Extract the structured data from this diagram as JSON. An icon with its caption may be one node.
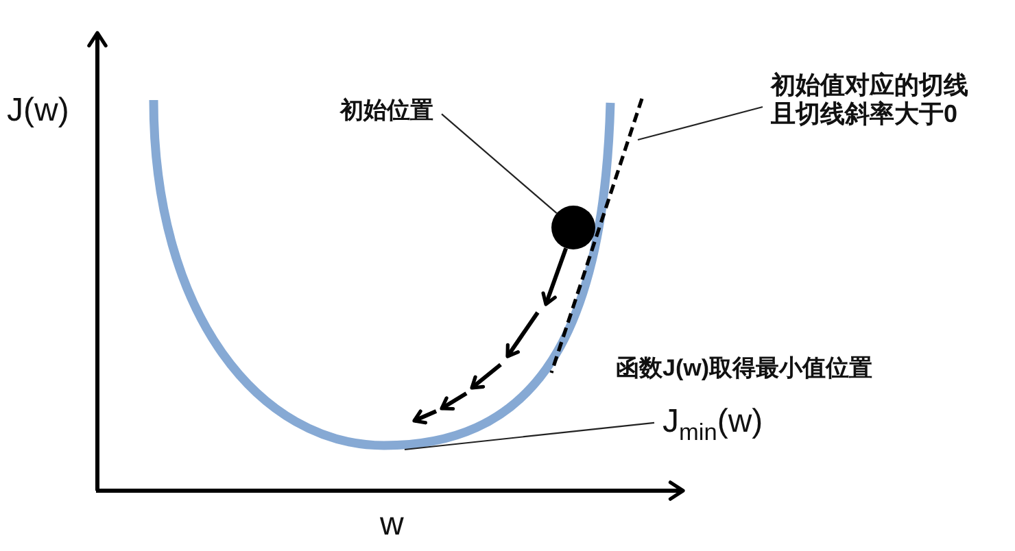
{
  "diagram": {
    "nodes": [
      {
        "text": [
          "初始位置"
        ]
      },
      {
        "text": [],
        "shape": "circle"
      },
      {
        "text": [
          "初始值对应的切线且切线斜率大于0"
        ]
      },
      {
        "text": [
          "J$_{min}$(w)"
        ]
      }
    ],
    "edges": [
      {
        "from": 0,
        "to": 1,
        "arrow": "none"
      },
      {
        "from": 2,
        "to": null,
        "arrow": "none"
      },
      {
        "from": 3,
        "to": null,
        "arrow": "none"
      },
      {
        "from": 1,
        "to": null,
        "arrow": "to",
        "style": "thick"
      }
    ],
    "labels": [
      "J(w)",
      "函数J(w)取得最小值位置",
      "w"
    ]
  }
}
